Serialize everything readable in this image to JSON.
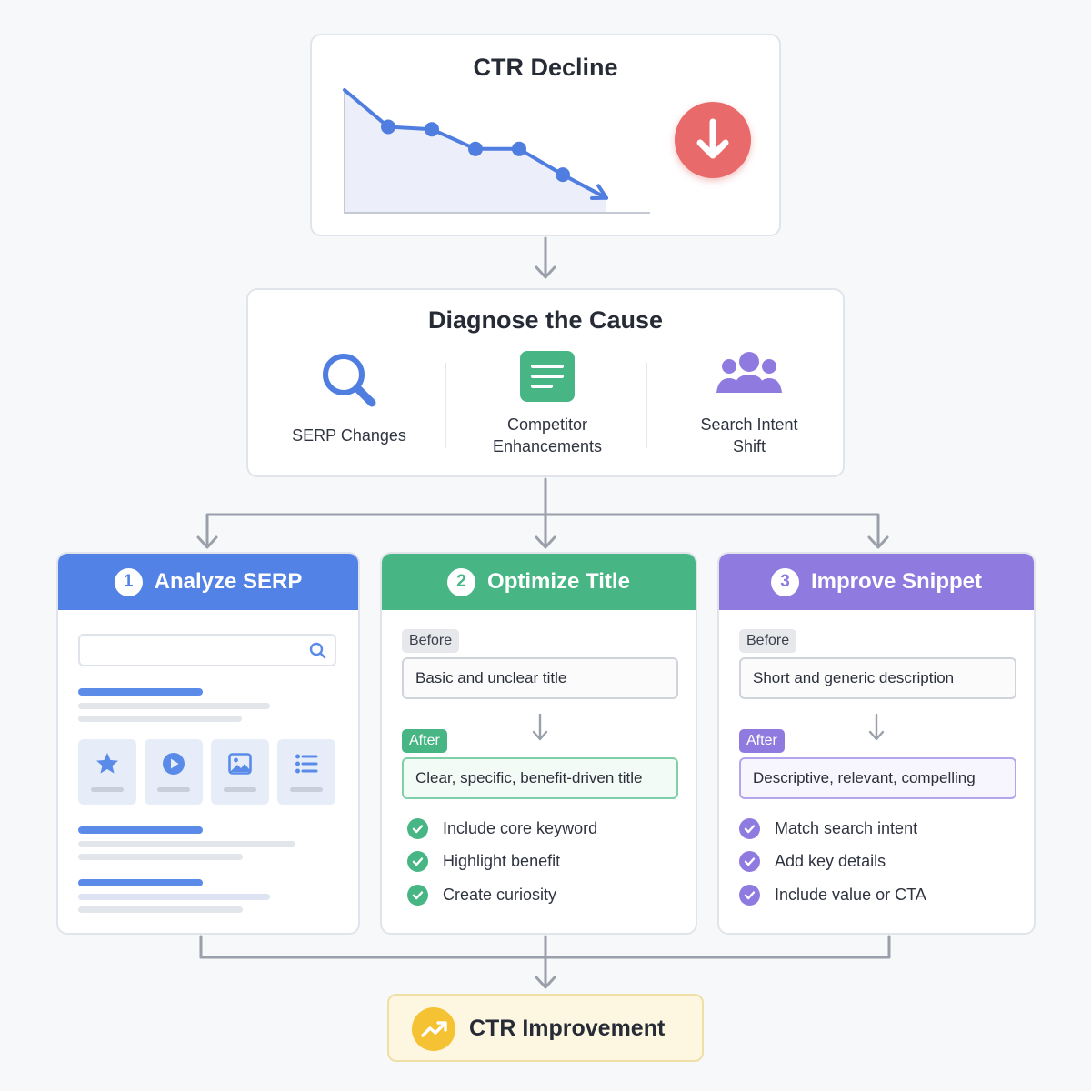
{
  "decline": {
    "title": "CTR Decline",
    "icon": "arrow-down-circle-icon",
    "chart_data": {
      "type": "line",
      "title": "CTR Decline",
      "x": [
        0,
        1,
        2,
        3,
        4,
        5,
        6,
        7
      ],
      "y": [
        100,
        70,
        68,
        52,
        52,
        31,
        12
      ],
      "markers": [
        1,
        2,
        3,
        4,
        5
      ],
      "ylim": [
        0,
        100
      ],
      "grid": false,
      "fill": "area",
      "color": "#4f7de0"
    }
  },
  "diagnose": {
    "title": "Diagnose the Cause",
    "causes": [
      {
        "label": "SERP Changes",
        "icon": "magnifier-icon",
        "color": "#4f7de0"
      },
      {
        "label": "Competitor Enhancements",
        "icon": "document-lines-icon",
        "color": "#47b684"
      },
      {
        "label": "Search Intent Shift",
        "icon": "people-group-icon",
        "color": "#8f7be0"
      }
    ]
  },
  "steps": [
    {
      "number": "1",
      "title": "Analyze SERP",
      "color": "#5282e6",
      "tiles": [
        "star-icon",
        "play-icon",
        "image-icon",
        "list-icon"
      ]
    },
    {
      "number": "2",
      "title": "Optimize Title",
      "color": "#47b684",
      "before_tag": "Before",
      "before_text": "Basic and unclear title",
      "after_tag": "After",
      "after_text": "Clear, specific, benefit-driven title",
      "checks": [
        "Include core keyword",
        "Highlight benefit",
        "Create curiosity"
      ]
    },
    {
      "number": "3",
      "title": "Improve Snippet",
      "color": "#8f7be0",
      "before_tag": "Before",
      "before_text": "Short and generic description",
      "after_tag": "After",
      "after_text": "Descriptive, relevant, compelling",
      "checks": [
        "Match search intent",
        "Add key details",
        "Include value or CTA"
      ]
    }
  ],
  "result": {
    "label": "CTR Improvement",
    "icon": "trend-up-icon",
    "color": "#f4c232"
  }
}
